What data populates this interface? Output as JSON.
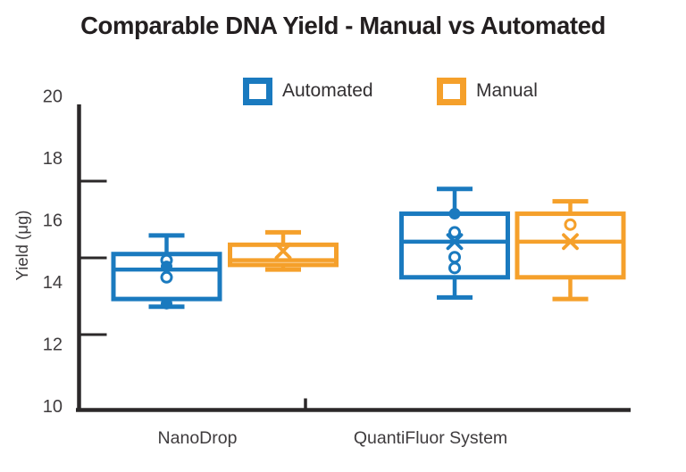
{
  "chart_data": {
    "type": "boxplot",
    "title": "Comparable DNA Yield - Manual vs Automated",
    "ylabel": "Yield (μg)",
    "xlabel": "",
    "ylim": [
      10,
      20
    ],
    "yticks": [
      20,
      18,
      16,
      14,
      12,
      10
    ],
    "categories": [
      "NanoDrop",
      "QuantiFluor System"
    ],
    "grid": false,
    "legend": {
      "position": "top",
      "items": [
        "Automated",
        "Manual"
      ]
    },
    "colors": {
      "automated": "#1A7ABF",
      "manual": "#F5A02B",
      "axis": "#2B2829",
      "tick_text": "#3F3C3E",
      "title_text": "#231F20"
    },
    "series": [
      {
        "name": "Automated",
        "color": "#1A7ABF",
        "boxes": [
          {
            "category": "NanoDrop",
            "min": 13.2,
            "q1": 13.45,
            "median": 14.4,
            "q3": 14.9,
            "max": 15.5,
            "mean": 14.5,
            "mean_marker": "dot",
            "points": [
              {
                "value": 14.7,
                "marker": "open-circle"
              },
              {
                "value": 14.15,
                "marker": "open-circle"
              },
              {
                "value": 13.3,
                "marker": "filled-circle"
              }
            ]
          },
          {
            "category": "QuantiFluor System",
            "min": 13.5,
            "q1": 14.15,
            "median": 15.3,
            "q3": 16.2,
            "max": 17.0,
            "mean": 15.3,
            "mean_marker": "x",
            "points": [
              {
                "value": 16.2,
                "marker": "filled-circle"
              },
              {
                "value": 15.6,
                "marker": "open-circle"
              },
              {
                "value": 14.8,
                "marker": "open-circle"
              },
              {
                "value": 14.45,
                "marker": "open-circle"
              }
            ]
          }
        ]
      },
      {
        "name": "Manual",
        "color": "#F5A02B",
        "boxes": [
          {
            "category": "NanoDrop",
            "min": 14.4,
            "q1": 14.55,
            "median": 14.7,
            "q3": 15.2,
            "max": 15.6,
            "mean": 15.0,
            "mean_marker": "x",
            "points": []
          },
          {
            "category": "QuantiFluor System",
            "min": 13.45,
            "q1": 14.15,
            "median": 15.3,
            "q3": 16.2,
            "max": 16.6,
            "mean": 15.3,
            "mean_marker": "x",
            "points": [
              {
                "value": 15.85,
                "marker": "open-circle"
              }
            ]
          }
        ]
      }
    ]
  }
}
